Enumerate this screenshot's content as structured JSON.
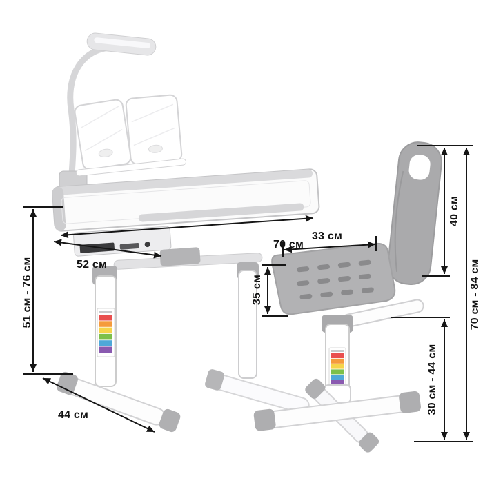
{
  "diagram": {
    "type": "furniture-dimension-diagram",
    "items": [
      "desk-with-lamp-and-bookstand",
      "chair"
    ],
    "background": "#ffffff",
    "line_color": "#161616",
    "furniture_gray": "#ababad",
    "furniture_white": "#ffffff",
    "sticker_stripe_colors": [
      "#e94f4f",
      "#f59b3c",
      "#f6d44a",
      "#7cc04a",
      "#4fa8d8",
      "#8a5ab0"
    ]
  },
  "dimensions": {
    "desk_width": "70 см",
    "desk_depth": "52 см",
    "desk_height_range": "51 см - 76 см",
    "desk_base_depth": "44 см",
    "seat_width": "33 см",
    "seat_depth": "35 см",
    "backrest_height": "40 см",
    "chair_height_range": "70 см - 84 см",
    "seat_height_range": "30 см - 44 см"
  }
}
